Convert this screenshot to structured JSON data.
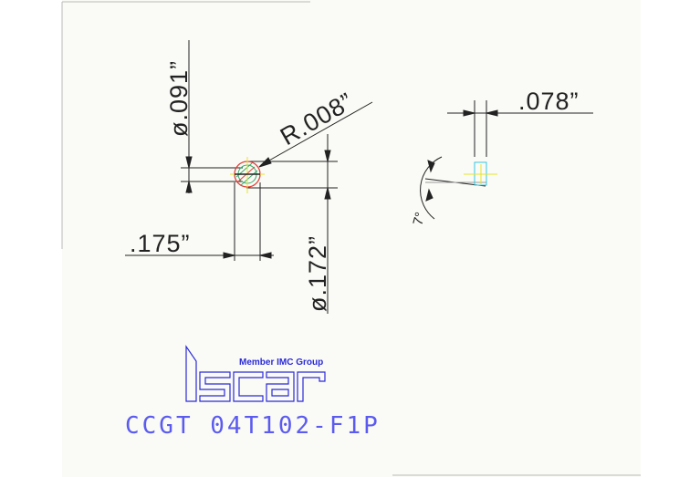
{
  "dimensions": {
    "dia_small": "ø.091”",
    "radius": "R.008”",
    "length": ".175”",
    "dia_large": "ø.172”",
    "thickness": ".078”",
    "angle": "7°"
  },
  "logo": {
    "member_text": "Member IMC Group",
    "brand_icon": "iscar-logo-icon"
  },
  "part": {
    "code": "CCGT 04T102-F1P"
  },
  "colors": {
    "background": "#ffffff",
    "panel": "#fafaf6",
    "line": "#222222",
    "logo_blue": "#2a2ad8",
    "part_text": "#5b5bf0",
    "centerline": "#e6e62a",
    "cyan": "#35c6e0"
  }
}
